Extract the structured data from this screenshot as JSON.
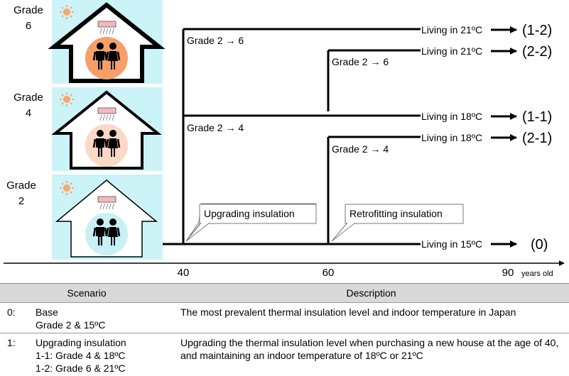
{
  "grades": [
    {
      "label": "Grade\n6",
      "glow": "#f5a06a"
    },
    {
      "label": "Grade\n4",
      "glow": "#fbd9c6"
    },
    {
      "label": "Grade\n2",
      "glow": "#c9f0f4"
    }
  ],
  "colors": {
    "panel_bg": "#ccf3f8",
    "sun": "#f7a66a",
    "ac": "#f2b8c0"
  },
  "branch_labels": [
    "Grade 2 → 6",
    "Grade 2 → 4",
    "Grade 2 → 6",
    "Grade 2 → 4"
  ],
  "callouts": [
    "Upgrading insulation",
    "Retrofitting insulation"
  ],
  "outcomes": [
    {
      "text": "Living in 21ºC",
      "code": "(1-2)"
    },
    {
      "text": "Living in 21ºC",
      "code": "(2-2)"
    },
    {
      "text": "Living in 18ºC",
      "code": "(1-1)"
    },
    {
      "text": "Living in 18ºC",
      "code": "(2-1)"
    },
    {
      "text": "Living in 15ºC",
      "code": "(0)"
    }
  ],
  "axis": {
    "ticks": [
      "40",
      "60",
      "90"
    ],
    "unit": "years old"
  },
  "table": {
    "headers": [
      "Scenario",
      "Description"
    ],
    "rows": [
      {
        "num": "0:",
        "scenario": "Base\nGrade 2 & 15ºC",
        "description": "The most prevalent thermal insulation level and indoor temperature in Japan"
      },
      {
        "num": "1:",
        "scenario": "Upgrading insulation\n1-1: Grade 4 & 18ºC\n1-2: Grade 6 & 21ºC",
        "description": "Upgrading the thermal insulation level when purchasing a new house at the age of 40, and maintaining an indoor temperature of 18ºC or 21ºC"
      }
    ]
  }
}
